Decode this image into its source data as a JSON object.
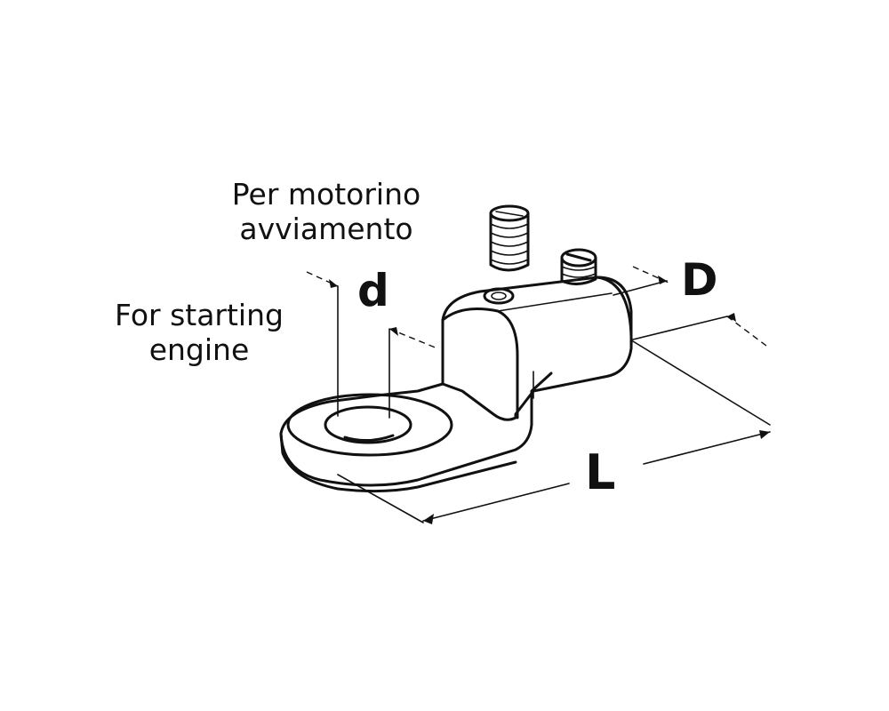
{
  "labels": {
    "italian": [
      "Per motorino",
      "avviamento"
    ],
    "english": [
      "For starting",
      "engine"
    ]
  },
  "dimensions": {
    "hole_diameter": "d",
    "barrel_diameter": "D",
    "length": "L"
  },
  "icons": [
    "ring-terminal-lug-icon",
    "set-screw-icon",
    "barrel-screw-icon"
  ]
}
